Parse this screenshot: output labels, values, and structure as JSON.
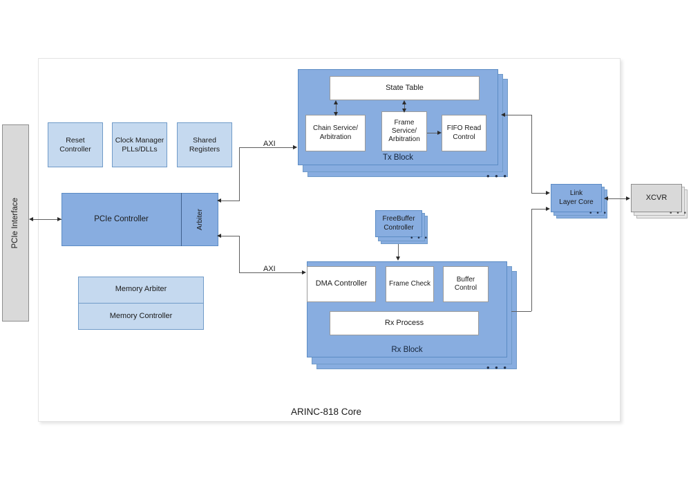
{
  "diagram": {
    "title": "ARINC-818 Core",
    "colors": {
      "block_blue": "#88ade0",
      "light_blue": "#c5d9ef",
      "grey": "#d9d9d9",
      "white": "#ffffff",
      "line": "#5d5d5d"
    }
  },
  "external": {
    "pcie_interface": "PCIe Interface",
    "xcvr": "XCVR"
  },
  "support_blocks": [
    {
      "label": "Reset\nController"
    },
    {
      "label": "Clock Manager\nPLLs/DLLs"
    },
    {
      "label": "Shared\nRegisters"
    }
  ],
  "pcie": {
    "controller": "PCIe Controller",
    "arbiter": "Arbiter"
  },
  "memory": {
    "arbiter": "Memory Arbiter",
    "controller": "Memory Controller"
  },
  "tx_block": {
    "caption": "Tx Block",
    "dots": "• • •",
    "state_table": "State Table",
    "chain_service": "Chain Service/\nArbitration",
    "frame_service": "Frame\nService/\nArbitration",
    "fifo_read": "FIFO Read\nControl"
  },
  "freebuffer": {
    "label": "FreeBuffer\nController",
    "dots": "• • •"
  },
  "rx_block": {
    "caption": "Rx Block",
    "dots": "• • •",
    "dma_controller": "DMA Controller",
    "frame_check": "Frame Check",
    "buffer_control": "Buffer\nControl",
    "rx_process": "Rx Process"
  },
  "link_layer": {
    "label": "Link\nLayer Core",
    "dots": "• • •"
  },
  "xcvr_stack": {
    "dots": "• • •"
  },
  "edges": {
    "axi_top": "AXI",
    "axi_bottom": "AXI"
  }
}
